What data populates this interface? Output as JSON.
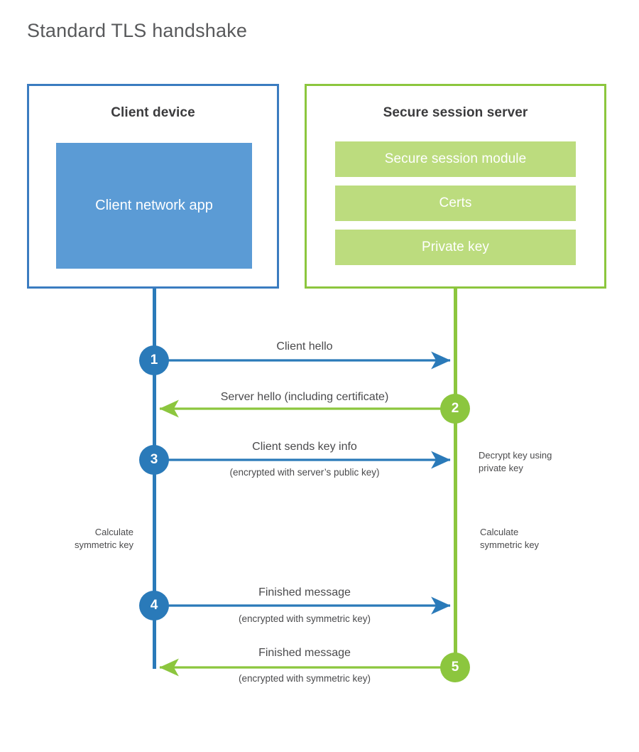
{
  "title": "Standard TLS handshake",
  "colors": {
    "client_border": "#3b7cc0",
    "client_fill": "#5b9bd5",
    "server_border": "#8cc63e",
    "server_fill": "#bcdc7e",
    "step_blue": "#2a7ab9",
    "step_green": "#8cc63e",
    "text": "#4a4a4c",
    "title_text": "#58595b"
  },
  "client": {
    "title": "Client device",
    "app_label": "Client network app"
  },
  "server": {
    "title": "Secure session server",
    "components": [
      {
        "label": "Secure session module"
      },
      {
        "label": "Certs"
      },
      {
        "label": "Private key"
      }
    ]
  },
  "steps": [
    {
      "number": "1",
      "actor": "client",
      "direction": "client-to-server",
      "label": "Client hello",
      "sub": ""
    },
    {
      "number": "2",
      "actor": "server",
      "direction": "server-to-client",
      "label": "Server hello (including certificate)",
      "sub": ""
    },
    {
      "number": "3",
      "actor": "client",
      "direction": "client-to-server",
      "label": "Client sends key info",
      "sub": "(encrypted with server’s public key)"
    },
    {
      "number": "4",
      "actor": "client",
      "direction": "client-to-server",
      "label": "Finished message",
      "sub": "(encrypted with symmetric key)"
    },
    {
      "number": "5",
      "actor": "server",
      "direction": "server-to-client",
      "label": "Finished message",
      "sub": "(encrypted with symmetric key)"
    }
  ],
  "annotations": {
    "server_decrypt": "Decrypt key using\nprivate key",
    "client_calculate": "Calculate\nsymmetric key",
    "server_calculate": "Calculate\nsymmetric key"
  }
}
